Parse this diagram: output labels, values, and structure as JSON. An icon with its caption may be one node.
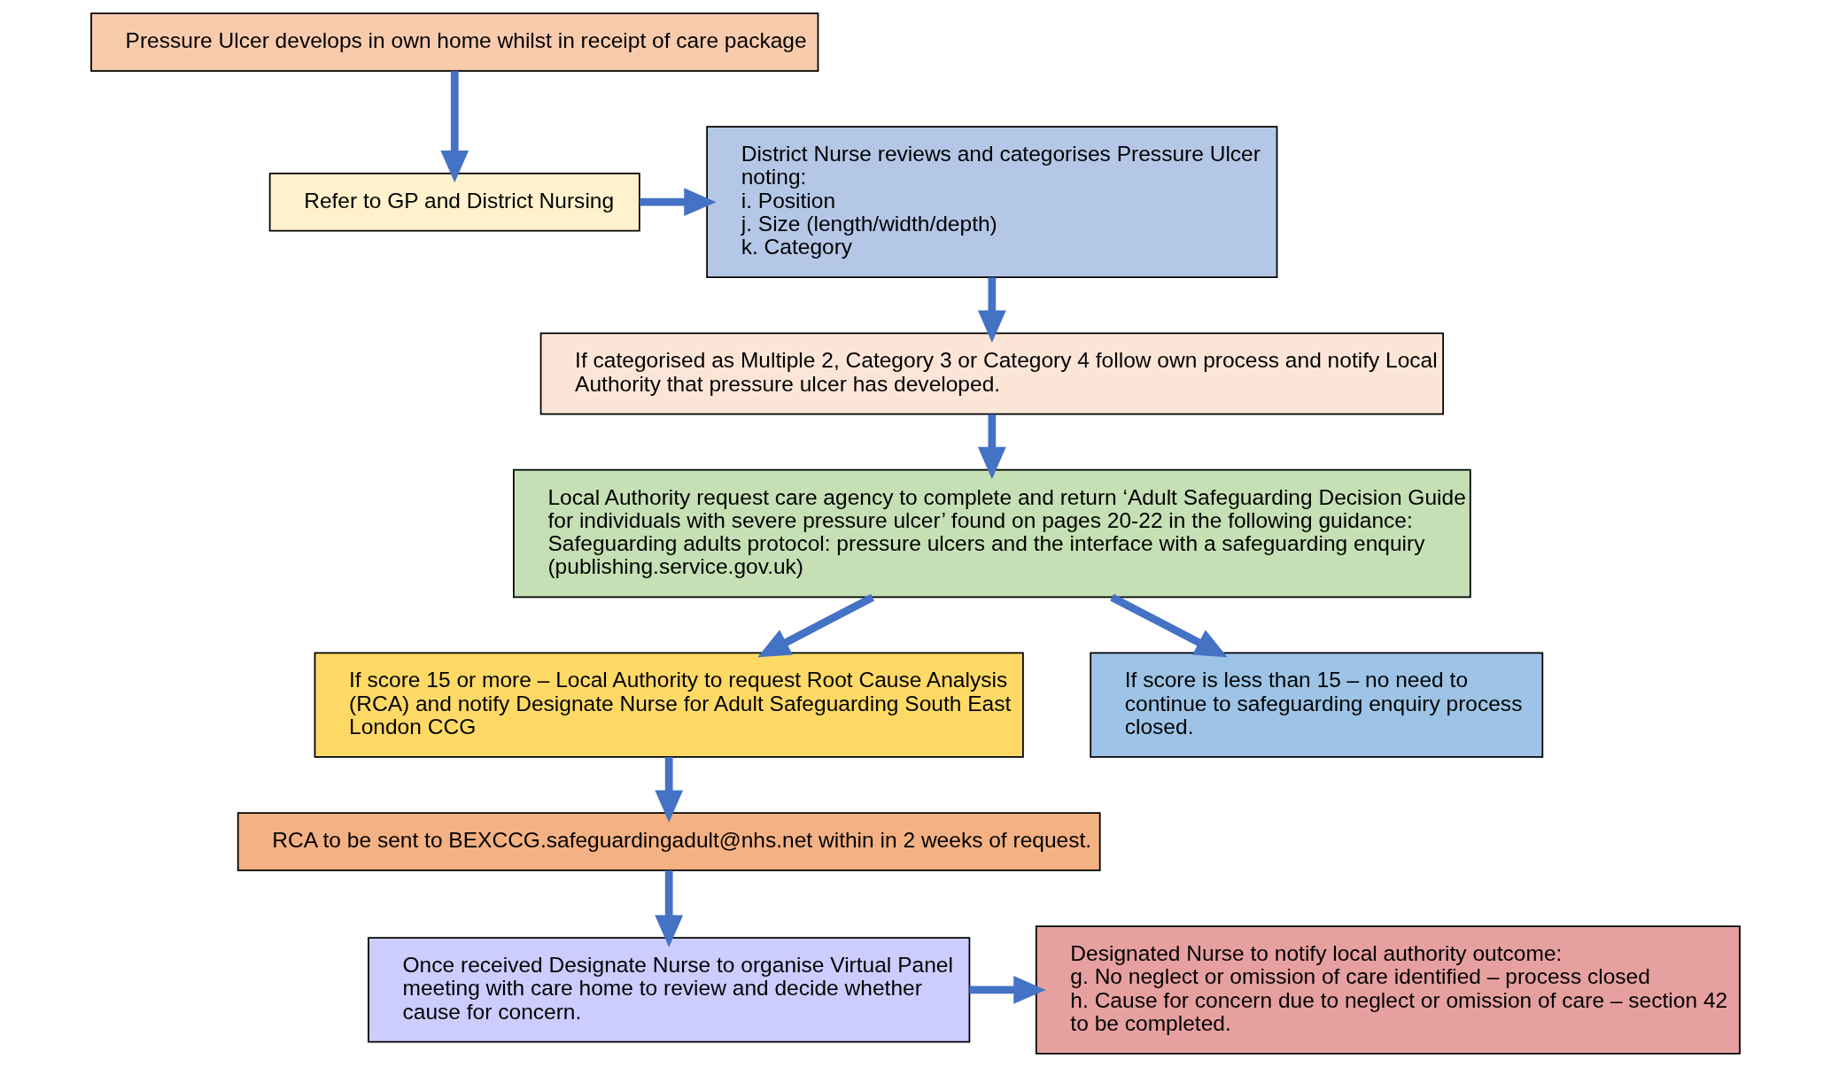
{
  "diagram": {
    "nodes": [
      {
        "text": [
          "Pressure Ulcer develops in own home whilst in receipt of care package"
        ]
      },
      {
        "text": [
          "Refer to GP and District Nursing"
        ]
      },
      {
        "text": [
          "District Nurse reviews and categorises Pressure Ulcer noting:",
          "i. Position",
          "j. Size (length/width/depth)",
          "k. Category"
        ]
      },
      {
        "text": [
          "If categorised as Multiple 2, Category 3 or Category 4 follow own process and notify Local Authority that pressure ulcer has developed."
        ]
      },
      {
        "text": [
          "Local Authority request care agency to complete and return ‘Adult Safeguarding Decision Guide for individuals with severe pressure ulcer’ found on pages 20-22 in the following guidance:",
          "Safeguarding adults protocol: pressure ulcers and the interface with a safeguarding enquiry (publishing.service.gov.uk)"
        ]
      },
      {
        "text": [
          "If score 15 or more – Local Authority to request Root Cause Analysis (RCA) and notify Designate Nurse for Adult Safeguarding South East London CCG"
        ]
      },
      {
        "text": [
          "If score is less than 15 – no need to continue to safeguarding enquiry process closed."
        ]
      },
      {
        "text": [
          "RCA to be sent to BEXCCG.safeguardingadult@nhs.net within in 2 weeks of request."
        ]
      },
      {
        "text": [
          "Once received Designate Nurse to organise Virtual Panel meeting with care home to review and decide whether cause for concern."
        ]
      },
      {
        "text": [
          "Designated Nurse to notify local authority outcome:",
          "g. No neglect or omission of care identified – process closed",
          "h. Cause for concern due to neglect or omission of care – section 42 to be completed."
        ]
      }
    ],
    "edges": [
      {
        "from": 0,
        "to": 1,
        "arrow": "to"
      },
      {
        "from": 1,
        "to": 2,
        "arrow": "to"
      },
      {
        "from": 2,
        "to": 3,
        "arrow": "to"
      },
      {
        "from": 3,
        "to": 4,
        "arrow": "to"
      },
      {
        "from": 4,
        "to": 5,
        "arrow": "to"
      },
      {
        "from": 4,
        "to": 6,
        "arrow": "to"
      },
      {
        "from": 5,
        "to": 7,
        "arrow": "to"
      },
      {
        "from": 7,
        "to": 8,
        "arrow": "to"
      },
      {
        "from": 8,
        "to": 9,
        "arrow": "to"
      }
    ]
  }
}
